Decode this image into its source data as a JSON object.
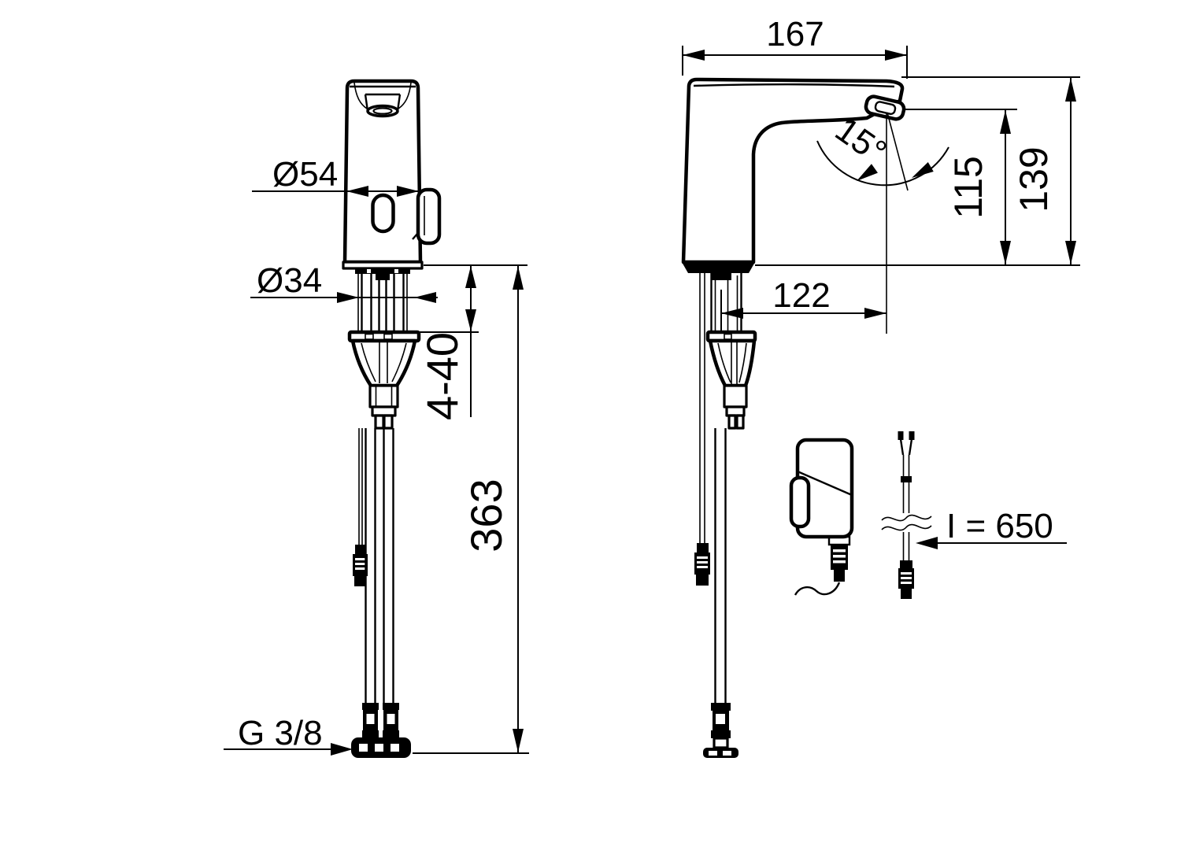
{
  "dimensions": {
    "front": {
      "spout_diameter": "Ø54",
      "mount_diameter": "Ø34",
      "deck_thickness_range": "4-40",
      "hose_length_below_deck": "363",
      "thread_size": "G 3/8"
    },
    "side": {
      "overall_reach": "167",
      "spray_angle": "15°",
      "outlet_height": "115",
      "overall_height": "139",
      "outlet_projection": "122"
    },
    "accessories": {
      "cable_length": "I = 650"
    }
  },
  "colors": {
    "line": "#000000",
    "background": "#ffffff"
  }
}
